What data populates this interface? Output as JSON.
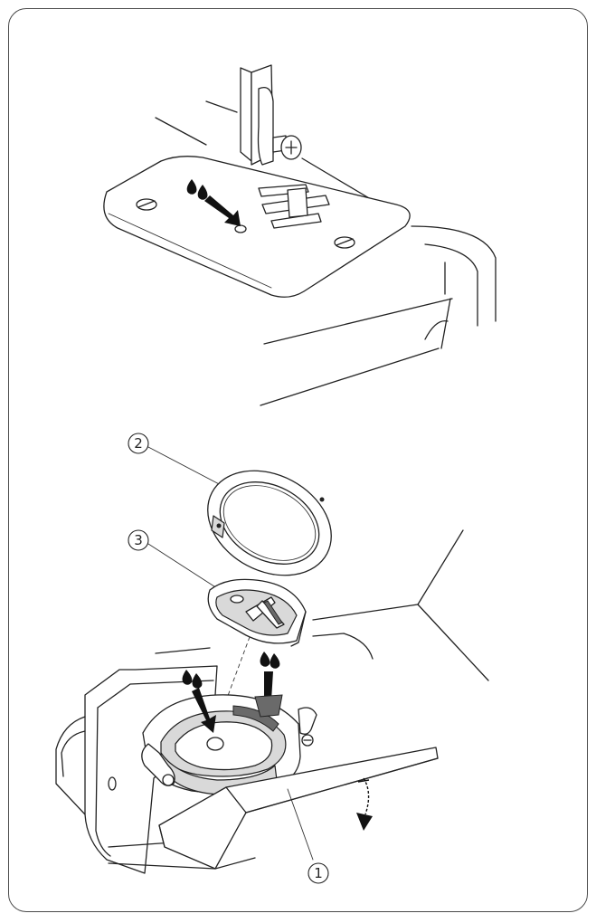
{
  "callouts": [
    {
      "id": "1",
      "label": "①"
    },
    {
      "id": "2",
      "label": "②"
    },
    {
      "id": "3",
      "label": "③"
    }
  ],
  "icons": [
    "oil-drop-icon",
    "arrow-down-icon",
    "curved-arrow-icon"
  ],
  "colors": {
    "line": "#222222",
    "frame": "#4a4a4a",
    "shade": "#d9d9d9",
    "background": "#ffffff"
  }
}
